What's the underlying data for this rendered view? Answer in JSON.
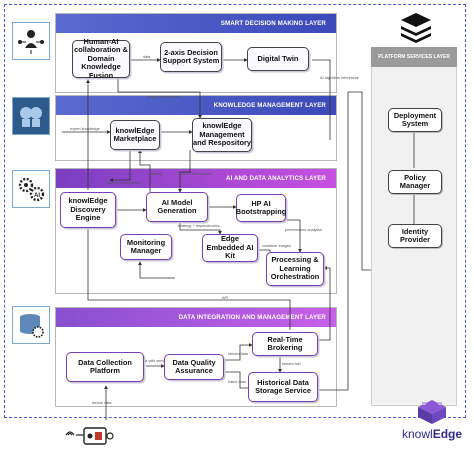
{
  "layers": {
    "smart": "SMART DECISION MAKING LAYER",
    "knowledge": "KNOWLEDGE MANAGEMENT LAYER",
    "ai": "AI AND DATA ANALYTICS LAYER",
    "integration": "DATA INTEGRATION AND MANAGEMENT LAYER",
    "platform": "PLATFORM SERVICES LAYER"
  },
  "components": {
    "human_ai": "Human-AI collaboration & Domain Knowledge Fusion",
    "decision_support": "2-axis Decision Support System",
    "digital_twin": "Digital Twin",
    "marketplace": "knowlEdge Marketplace",
    "management_repo": "knowlEdge Management and Respository",
    "discovery_engine": "knowlEdge Discovery Engine",
    "ai_model_generation": "AI Model Generation",
    "hp_ai": "HP AI Bootstrapping",
    "monitoring_manager": "Monitoring Manager",
    "edge_kit": "Edge Embedded AI Kit",
    "processing": "Processing & Learning Orchestration",
    "data_collection": "Data Collection Platform",
    "data_quality": "Data Quality Assurance",
    "realtime": "Real-Time Brokering",
    "historical": "Historical Data Storage Service",
    "deployment": "Deployment System",
    "policy": "Policy Manager",
    "identity": "Identity Provider"
  },
  "edge_labels": {
    "data": "data",
    "algorithm_inferences": "AI algorithm inferences",
    "design_requirements": "design requirements",
    "expert_knowledge": "expert knowledge",
    "model_management": "model management",
    "training": "training",
    "data_pipeline": "DSO/LPWS models",
    "strategy": "strategy + dependencies",
    "performance_analytics": "performance analytics",
    "container_images": "container images",
    "data_semantics": "data with semantics",
    "stream_data": "stream data",
    "stream_fuel": "stream fuel",
    "batch_data": "batch data",
    "device_data": "device data",
    "api": "API"
  },
  "brand": {
    "name_prefix": "knowl",
    "name_suffix": "Edge"
  },
  "colors": {
    "blue_band": "#3b49b9",
    "purple_band": "#c84fe0",
    "outer_dash": "#4d5fc4",
    "platform_head": "#9a9a9a"
  },
  "icons": {
    "smart": "person-network-icon",
    "knowledge": "brain-heads-icon",
    "ai": "gear-ai-icon",
    "integration": "database-gear-icon",
    "platform": "stacked-layers-icon",
    "device": "sensor-device-icon",
    "logo": "cube-stack-logo-icon"
  }
}
